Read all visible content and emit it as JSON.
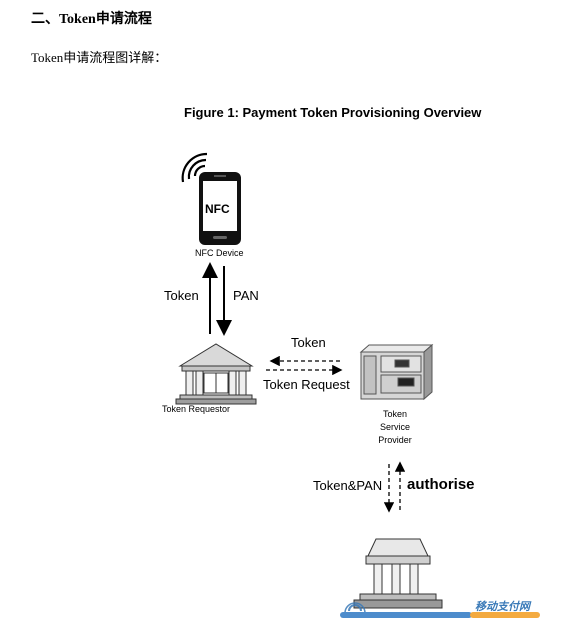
{
  "heading": "二、Token申请流程",
  "intro": "Token申请流程图详解：",
  "figure": {
    "title": "Figure 1: Payment Token Provisioning Overview",
    "nfc_screen": "NFC",
    "nfc_device": "NFC Device",
    "token_up": "Token",
    "pan_down": "PAN",
    "token_left": "Token",
    "token_request": "Token Request",
    "token_requestor": "Token Requestor",
    "tsp_line1": "Token",
    "tsp_line2": "Service",
    "tsp_line3": "Provider",
    "token_pan": "Token&PAN",
    "authorise": "authorise"
  },
  "watermark": {
    "text": "移动支付网"
  }
}
